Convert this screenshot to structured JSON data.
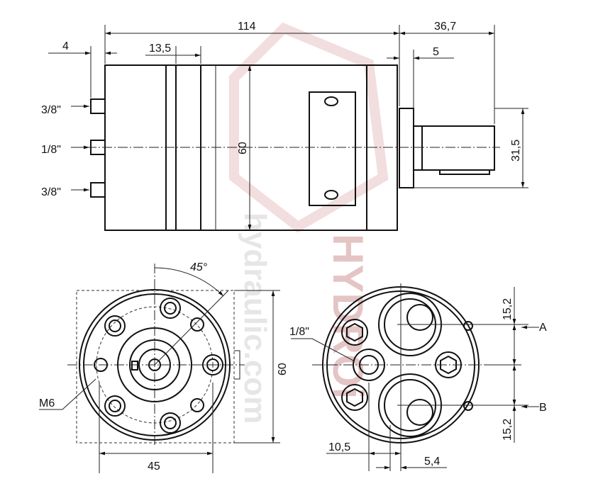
{
  "watermark": {
    "brand": "HYDROi",
    "site": "hydraulic.com"
  },
  "side_view": {
    "dim_length": "114",
    "dim_shaft_length": "36,7",
    "dim_plate": "4",
    "dim_section": "13,5",
    "dim_flange": "5",
    "dim_height": "60",
    "dim_shaft_dia": "31,5",
    "port_top": "3/8\"",
    "port_middle": "1/8\"",
    "port_bottom": "3/8\""
  },
  "front_view": {
    "angle": "45°",
    "dim_height": "60",
    "dim_width": "45",
    "thread": "M6"
  },
  "rear_view": {
    "port_drain": "1/8\"",
    "port_a": "A",
    "port_b": "B",
    "dim_a_offset": "15,2",
    "dim_b_offset": "15,2",
    "dim_left_offset": "10,5",
    "dim_right_offset": "5,4"
  }
}
